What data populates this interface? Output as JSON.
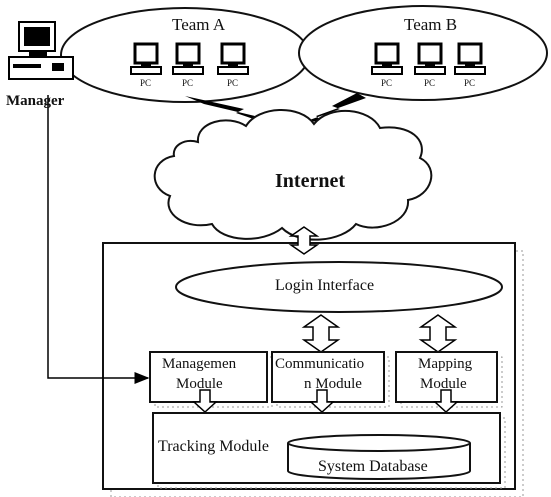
{
  "clients": {
    "manager": {
      "label": "Manager"
    },
    "team_a": {
      "label": "Team A",
      "pcs": [
        "PC",
        "PC",
        "PC"
      ]
    },
    "team_b": {
      "label": "Team B",
      "pcs": [
        "PC",
        "PC",
        "PC"
      ]
    }
  },
  "network": {
    "label": "Internet"
  },
  "system": {
    "login": "Login Interface",
    "modules": {
      "management": {
        "line1": "Managemen",
        "line2": "Module"
      },
      "communication": {
        "line1": "Communicatio",
        "line2": "n Module"
      },
      "mapping": {
        "line1": "Mapping",
        "line2": "Module"
      }
    },
    "tracking": "Tracking Module",
    "database": "System Database"
  }
}
